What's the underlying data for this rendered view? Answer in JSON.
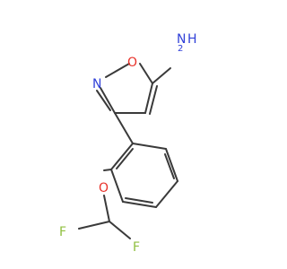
{
  "molecule": {
    "amine_n": "N",
    "amine_h2": "H",
    "amine_sub": "2",
    "ring_o": "O",
    "ring_n": "N",
    "ether_o": "O",
    "fluorine_left": "F",
    "fluorine_right": "F"
  },
  "colors": {
    "bond": "#3a3a3a",
    "oxygen": "#e8322a",
    "nitrogen": "#3040d8",
    "fluorine": "#90c040"
  }
}
